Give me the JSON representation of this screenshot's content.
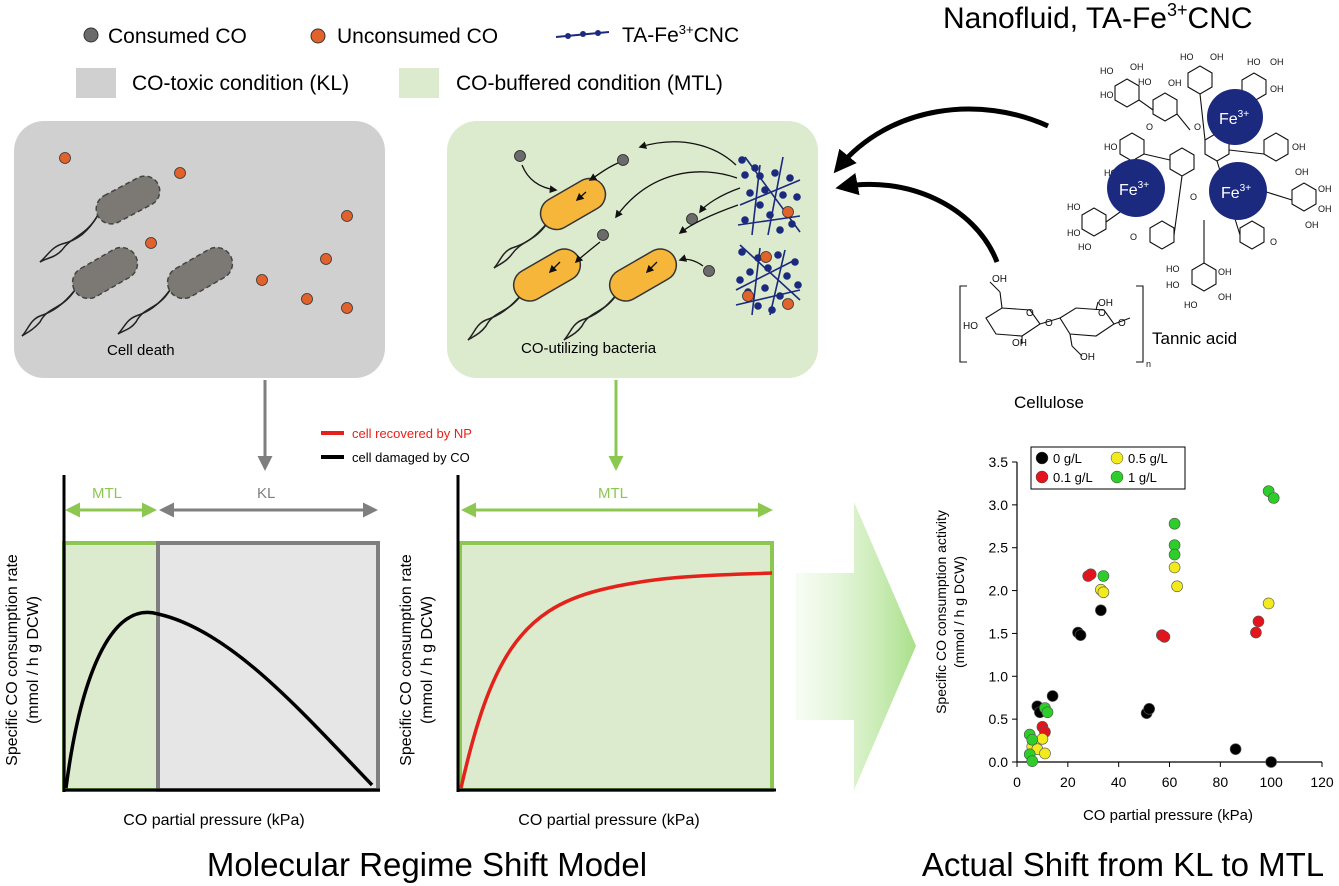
{
  "legend": {
    "consumed": "Consumed CO",
    "unconsumed": "Unconsumed CO",
    "nanoparticle": "TA-Fe",
    "nanoparticle_sup": "3+",
    "nanoparticle_tail": "CNC",
    "kl": "CO-toxic condition (KL)",
    "mtl": "CO-buffered condition (MTL)"
  },
  "colors": {
    "consumed": "#6b6b6b",
    "unconsumed": "#e2622c",
    "gray_panel": "#d0d0d0",
    "green_panel": "#dceacd",
    "bacteria": "#f6b63a",
    "dead_cell": "#7c7873",
    "mtl_green": "#8cc850",
    "kl_gray": "#7f7f7f",
    "np_blue": "#1b2a7e",
    "curve_red": "#e3221b"
  },
  "panels": {
    "death_label": "Cell death",
    "bacteria_label": "CO-utilizing bacteria"
  },
  "nanofluid": {
    "title": "Nanofluid, TA-Fe",
    "title_sup": "3+",
    "title_tail": "CNC",
    "fe_label": "Fe",
    "fe_sup": "3+",
    "tannic": "Tannic acid",
    "cellulose": "Cellulose",
    "oh": "OH",
    "ho": "HO",
    "o": "O",
    "n": "n"
  },
  "model": {
    "legend_red": "cell recovered by NP",
    "legend_black": "cell damaged by CO",
    "mtl": "MTL",
    "kl": "KL",
    "ylabel_1": "Specific CO consumption rate",
    "ylabel_2": "(mmol / h g DCW)",
    "xlabel": "CO partial pressure (kPa)"
  },
  "captions": {
    "left": "Molecular Regime Shift Model",
    "right": "Actual Shift from KL to MTL"
  },
  "chart_data": {
    "type": "scatter",
    "xlabel": "CO partial pressure (kPa)",
    "ylabel_1": "Specific CO consumption activity",
    "ylabel_2": "(mmol / h g DCW)",
    "xlim": [
      0,
      120
    ],
    "ylim": [
      0,
      3.5
    ],
    "xticks": [
      "0",
      "20",
      "40",
      "60",
      "80",
      "100",
      "120"
    ],
    "yticks": [
      "0.0",
      "0.5",
      "1.0",
      "1.5",
      "2.0",
      "2.5",
      "3.0",
      "3.5"
    ],
    "legend_position": "top-left",
    "series": [
      {
        "name": "0 g/L",
        "color": "#000000",
        "points": [
          [
            8,
            0.65
          ],
          [
            9,
            0.58
          ],
          [
            14,
            0.77
          ],
          [
            24,
            1.51
          ],
          [
            25,
            1.48
          ],
          [
            33,
            1.77
          ],
          [
            51,
            0.57
          ],
          [
            52,
            0.62
          ],
          [
            86,
            0.15
          ],
          [
            100,
            0.0
          ]
        ]
      },
      {
        "name": "0.1 g/L",
        "color": "#e3141b",
        "points": [
          [
            10,
            0.41
          ],
          [
            11,
            0.35
          ],
          [
            28,
            2.17
          ],
          [
            29,
            2.19
          ],
          [
            57,
            1.48
          ],
          [
            58,
            1.46
          ],
          [
            94,
            1.51
          ],
          [
            95,
            1.64
          ]
        ]
      },
      {
        "name": "0.5 g/L",
        "color": "#f2ea1c",
        "points": [
          [
            6,
            0.18
          ],
          [
            8,
            0.15
          ],
          [
            10,
            0.27
          ],
          [
            11,
            0.1
          ],
          [
            33,
            2.01
          ],
          [
            34,
            1.98
          ],
          [
            62,
            2.27
          ],
          [
            63,
            2.05
          ],
          [
            99,
            1.85
          ]
        ]
      },
      {
        "name": "1 g/L",
        "color": "#2dce2a",
        "points": [
          [
            5,
            0.32
          ],
          [
            6,
            0.26
          ],
          [
            5,
            0.09
          ],
          [
            6,
            0.01
          ],
          [
            11,
            0.63
          ],
          [
            12,
            0.58
          ],
          [
            34,
            2.17
          ],
          [
            62,
            2.78
          ],
          [
            62,
            2.53
          ],
          [
            62,
            2.42
          ],
          [
            99,
            3.16
          ],
          [
            101,
            3.08
          ]
        ]
      }
    ]
  }
}
